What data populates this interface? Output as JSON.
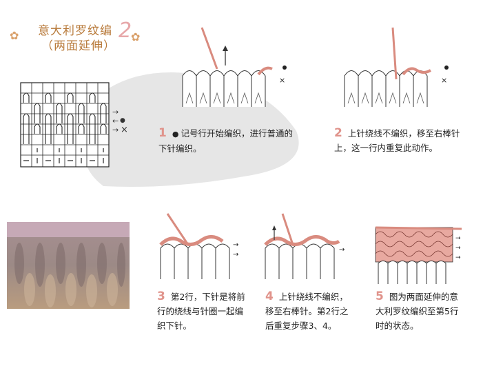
{
  "header": {
    "title": "意大利罗纹编",
    "subtitle": "（两面延伸）",
    "number": "2"
  },
  "chart_marks": {
    "arrow_right": "→",
    "arrow_left": "←",
    "dot": "●",
    "cross": "×"
  },
  "steps": [
    {
      "num": "1",
      "line1": "记号行开始编织，进行普通的",
      "line2": "下针编织。"
    },
    {
      "num": "2",
      "line1": "上针绕线不编织，移至右棒针",
      "line2": "上，这一行内重复此动作。"
    },
    {
      "num": "3",
      "line1": "第2行，下针是将前",
      "line2": "行的绕线与针圈一起编",
      "line3": "织下针。"
    },
    {
      "num": "4",
      "line1": "上针绕线不编织，",
      "line2": "移至右棒针。第2行之",
      "line3": "后重复步骤3、4。"
    },
    {
      "num": "5",
      "line1": "图为两面延伸的意",
      "line2": "大利罗纹编织至第5行",
      "line3": "时的状态。"
    }
  ],
  "colors": {
    "accent": "#e0938b",
    "title": "#b87a3a",
    "yarn": "#d98b7f",
    "photo_yarn": "#a89086"
  }
}
